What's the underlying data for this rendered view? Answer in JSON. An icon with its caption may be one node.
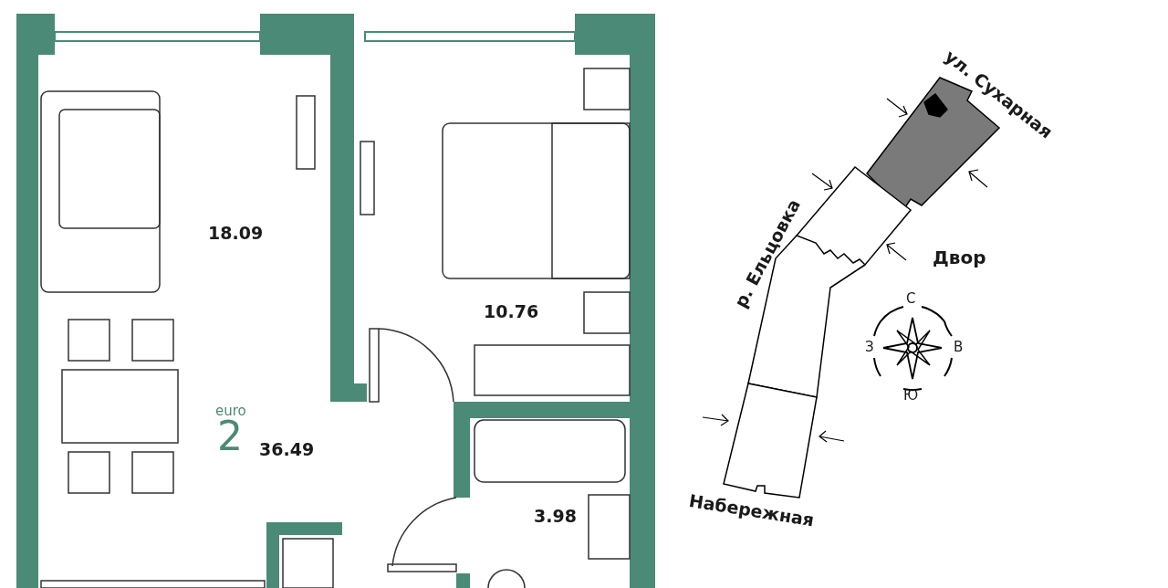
{
  "diagram": {
    "labels": [
      "18.09",
      "10.76",
      "euro",
      "2",
      "36.49",
      "3.98",
      "ул. Сухарная",
      "р. Ельцовка",
      "Двор",
      "С",
      "З",
      "В",
      "Ю",
      "Набережная"
    ]
  }
}
